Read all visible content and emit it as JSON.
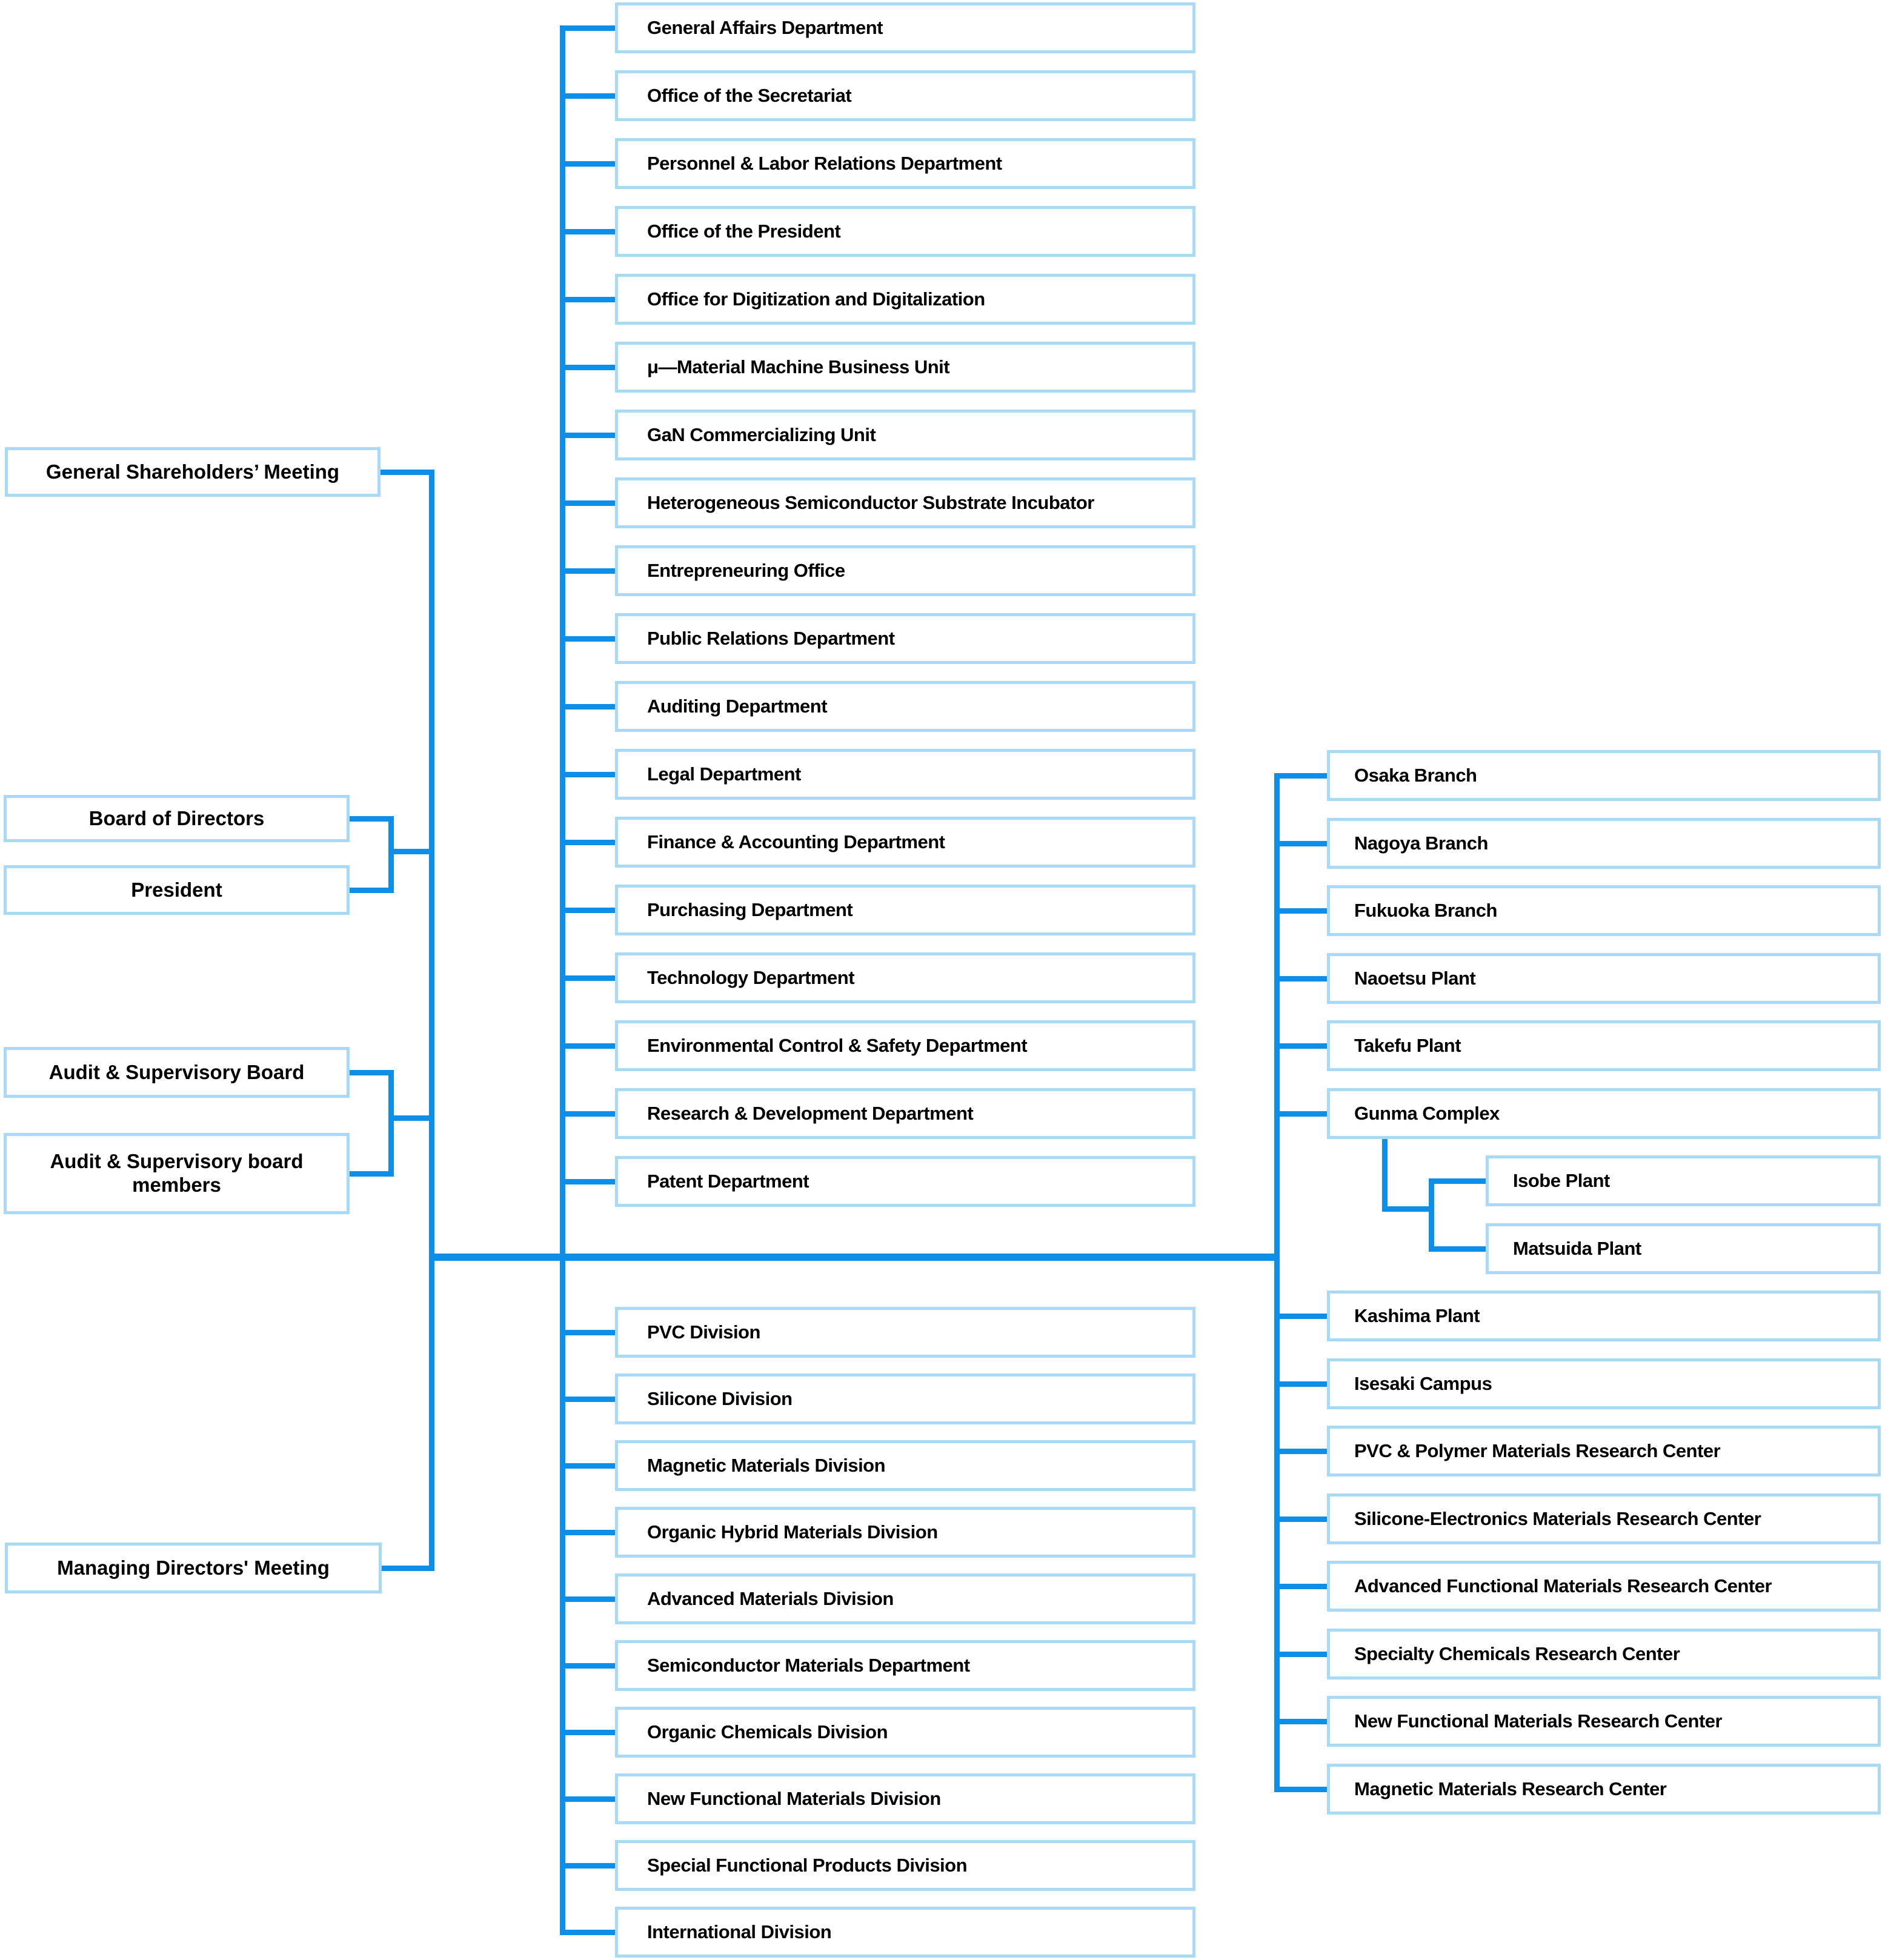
{
  "colors": {
    "connector_line": "#0d8ee9",
    "box_border": "#a8d9f6",
    "box_fill": "#ffffff",
    "text": "#000000"
  },
  "governance": [
    {
      "label": "General Shareholders’ Meeting"
    },
    {
      "label": "Board of Directors"
    },
    {
      "label": "President"
    },
    {
      "label": "Audit & Supervisory Board"
    },
    {
      "label": "Audit & Supervisory board members"
    },
    {
      "label": "Managing Directors' Meeting"
    }
  ],
  "staff_departments": [
    {
      "label": "General Affairs Department"
    },
    {
      "label": "Office of the Secretariat"
    },
    {
      "label": "Personnel & Labor Relations Department"
    },
    {
      "label": "Office of the President"
    },
    {
      "label": "Office for Digitization and Digitalization"
    },
    {
      "label": "μ—Material Machine Business Unit"
    },
    {
      "label": "GaN Commercializing Unit"
    },
    {
      "label": "Heterogeneous Semiconductor Substrate Incubator"
    },
    {
      "label": "Entrepreneuring Office"
    },
    {
      "label": "Public Relations Department"
    },
    {
      "label": "Auditing Department"
    },
    {
      "label": "Legal Department"
    },
    {
      "label": "Finance & Accounting Department"
    },
    {
      "label": "Purchasing Department"
    },
    {
      "label": "Technology Department"
    },
    {
      "label": "Environmental Control & Safety Department"
    },
    {
      "label": "Research & Development Department"
    },
    {
      "label": "Patent Department"
    }
  ],
  "business_divisions": [
    {
      "label": "PVC Division"
    },
    {
      "label": "Silicone Division"
    },
    {
      "label": "Magnetic Materials Division"
    },
    {
      "label": "Organic Hybrid Materials Division"
    },
    {
      "label": "Advanced Materials Division"
    },
    {
      "label": "Semiconductor Materials Department"
    },
    {
      "label": "Organic Chemicals Division"
    },
    {
      "label": "New Functional Materials Division"
    },
    {
      "label": "Special Functional Products Division"
    },
    {
      "label": "International Division"
    }
  ],
  "branches_plants_research": [
    {
      "label": "Osaka Branch"
    },
    {
      "label": "Nagoya Branch"
    },
    {
      "label": "Fukuoka Branch"
    },
    {
      "label": "Naoetsu Plant"
    },
    {
      "label": "Takefu Plant"
    },
    {
      "label": "Gunma Complex"
    },
    {
      "label": "Isobe Plant",
      "indent": true
    },
    {
      "label": "Matsuida Plant",
      "indent": true
    },
    {
      "label": "Kashima Plant"
    },
    {
      "label": "Isesaki Campus"
    },
    {
      "label": "PVC & Polymer Materials Research Center"
    },
    {
      "label": "Silicone-Electronics Materials Research  Center"
    },
    {
      "label": "Advanced Functional Materials Research Center"
    },
    {
      "label": "Specialty Chemicals Research Center"
    },
    {
      "label": "New Functional Materials Research Center"
    },
    {
      "label": "Magnetic Materials Research Center"
    }
  ]
}
